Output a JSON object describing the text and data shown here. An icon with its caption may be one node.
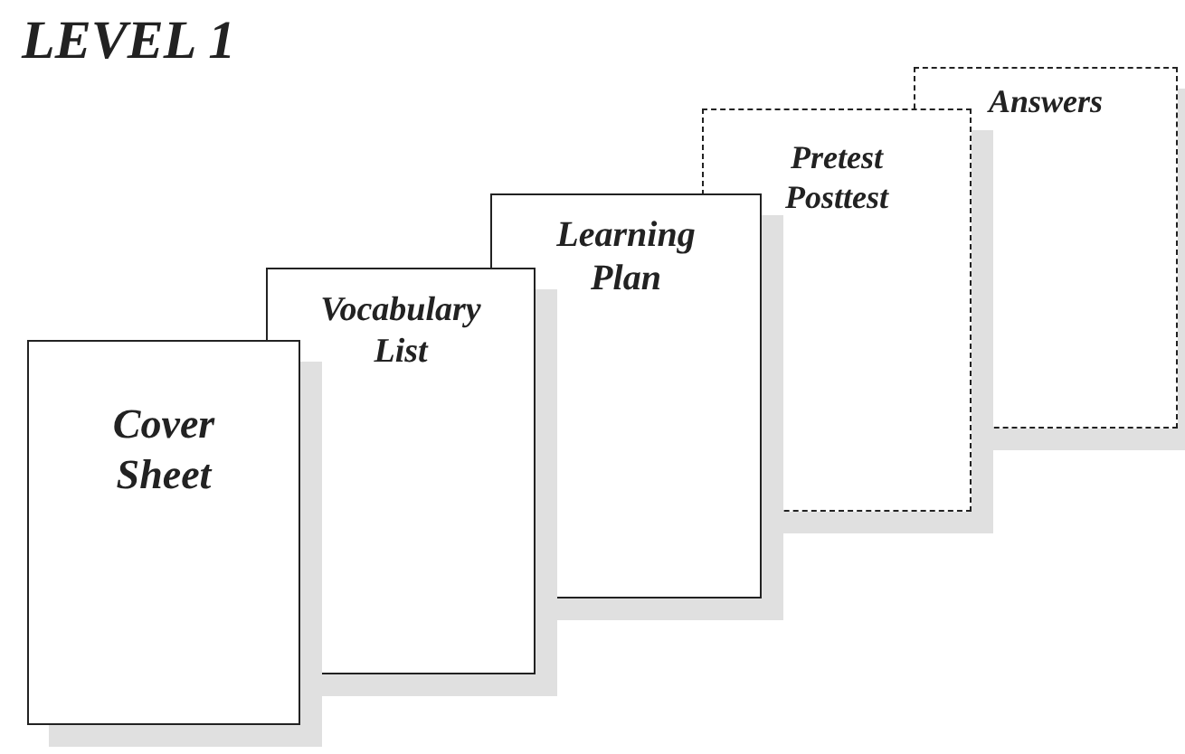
{
  "diagram": {
    "title": "LEVEL 1",
    "nodes": [
      {
        "text": [
          "Cover Sheet"
        ]
      },
      {
        "text": [
          "Vocabulary List"
        ]
      },
      {
        "text": [
          "Learning Plan"
        ]
      },
      {
        "text": [
          "Pretest",
          "Posttest"
        ]
      },
      {
        "text": [
          "Answers"
        ]
      }
    ]
  }
}
